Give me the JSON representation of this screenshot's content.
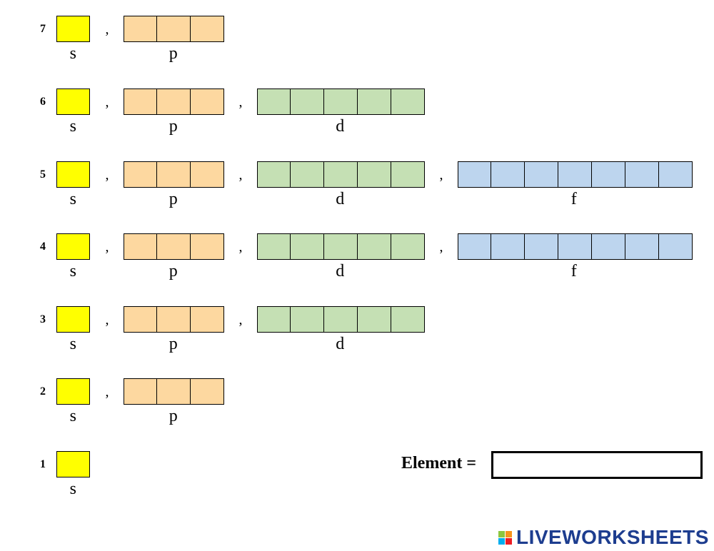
{
  "levels": [
    {
      "number": "7",
      "sublevels": [
        "s",
        "p"
      ]
    },
    {
      "number": "6",
      "sublevels": [
        "s",
        "p",
        "d"
      ]
    },
    {
      "number": "5",
      "sublevels": [
        "s",
        "p",
        "d",
        "f"
      ]
    },
    {
      "number": "4",
      "sublevels": [
        "s",
        "p",
        "d",
        "f"
      ]
    },
    {
      "number": "3",
      "sublevels": [
        "s",
        "p",
        "d"
      ]
    },
    {
      "number": "2",
      "sublevels": [
        "s",
        "p"
      ]
    },
    {
      "number": "1",
      "sublevels": [
        "s"
      ]
    }
  ],
  "separator": ",",
  "sublevel_colors": {
    "s": "#ffff00",
    "p": "#fdd8a0",
    "d": "#c5e0b4",
    "f": "#bdd5ee"
  },
  "element": {
    "label": "Element =",
    "value": ""
  },
  "brand": {
    "text": "LIVEWORKSHEETS",
    "logo_colors": [
      "#8dc63f",
      "#f7941d",
      "#00aeef",
      "#ed1c24"
    ]
  }
}
